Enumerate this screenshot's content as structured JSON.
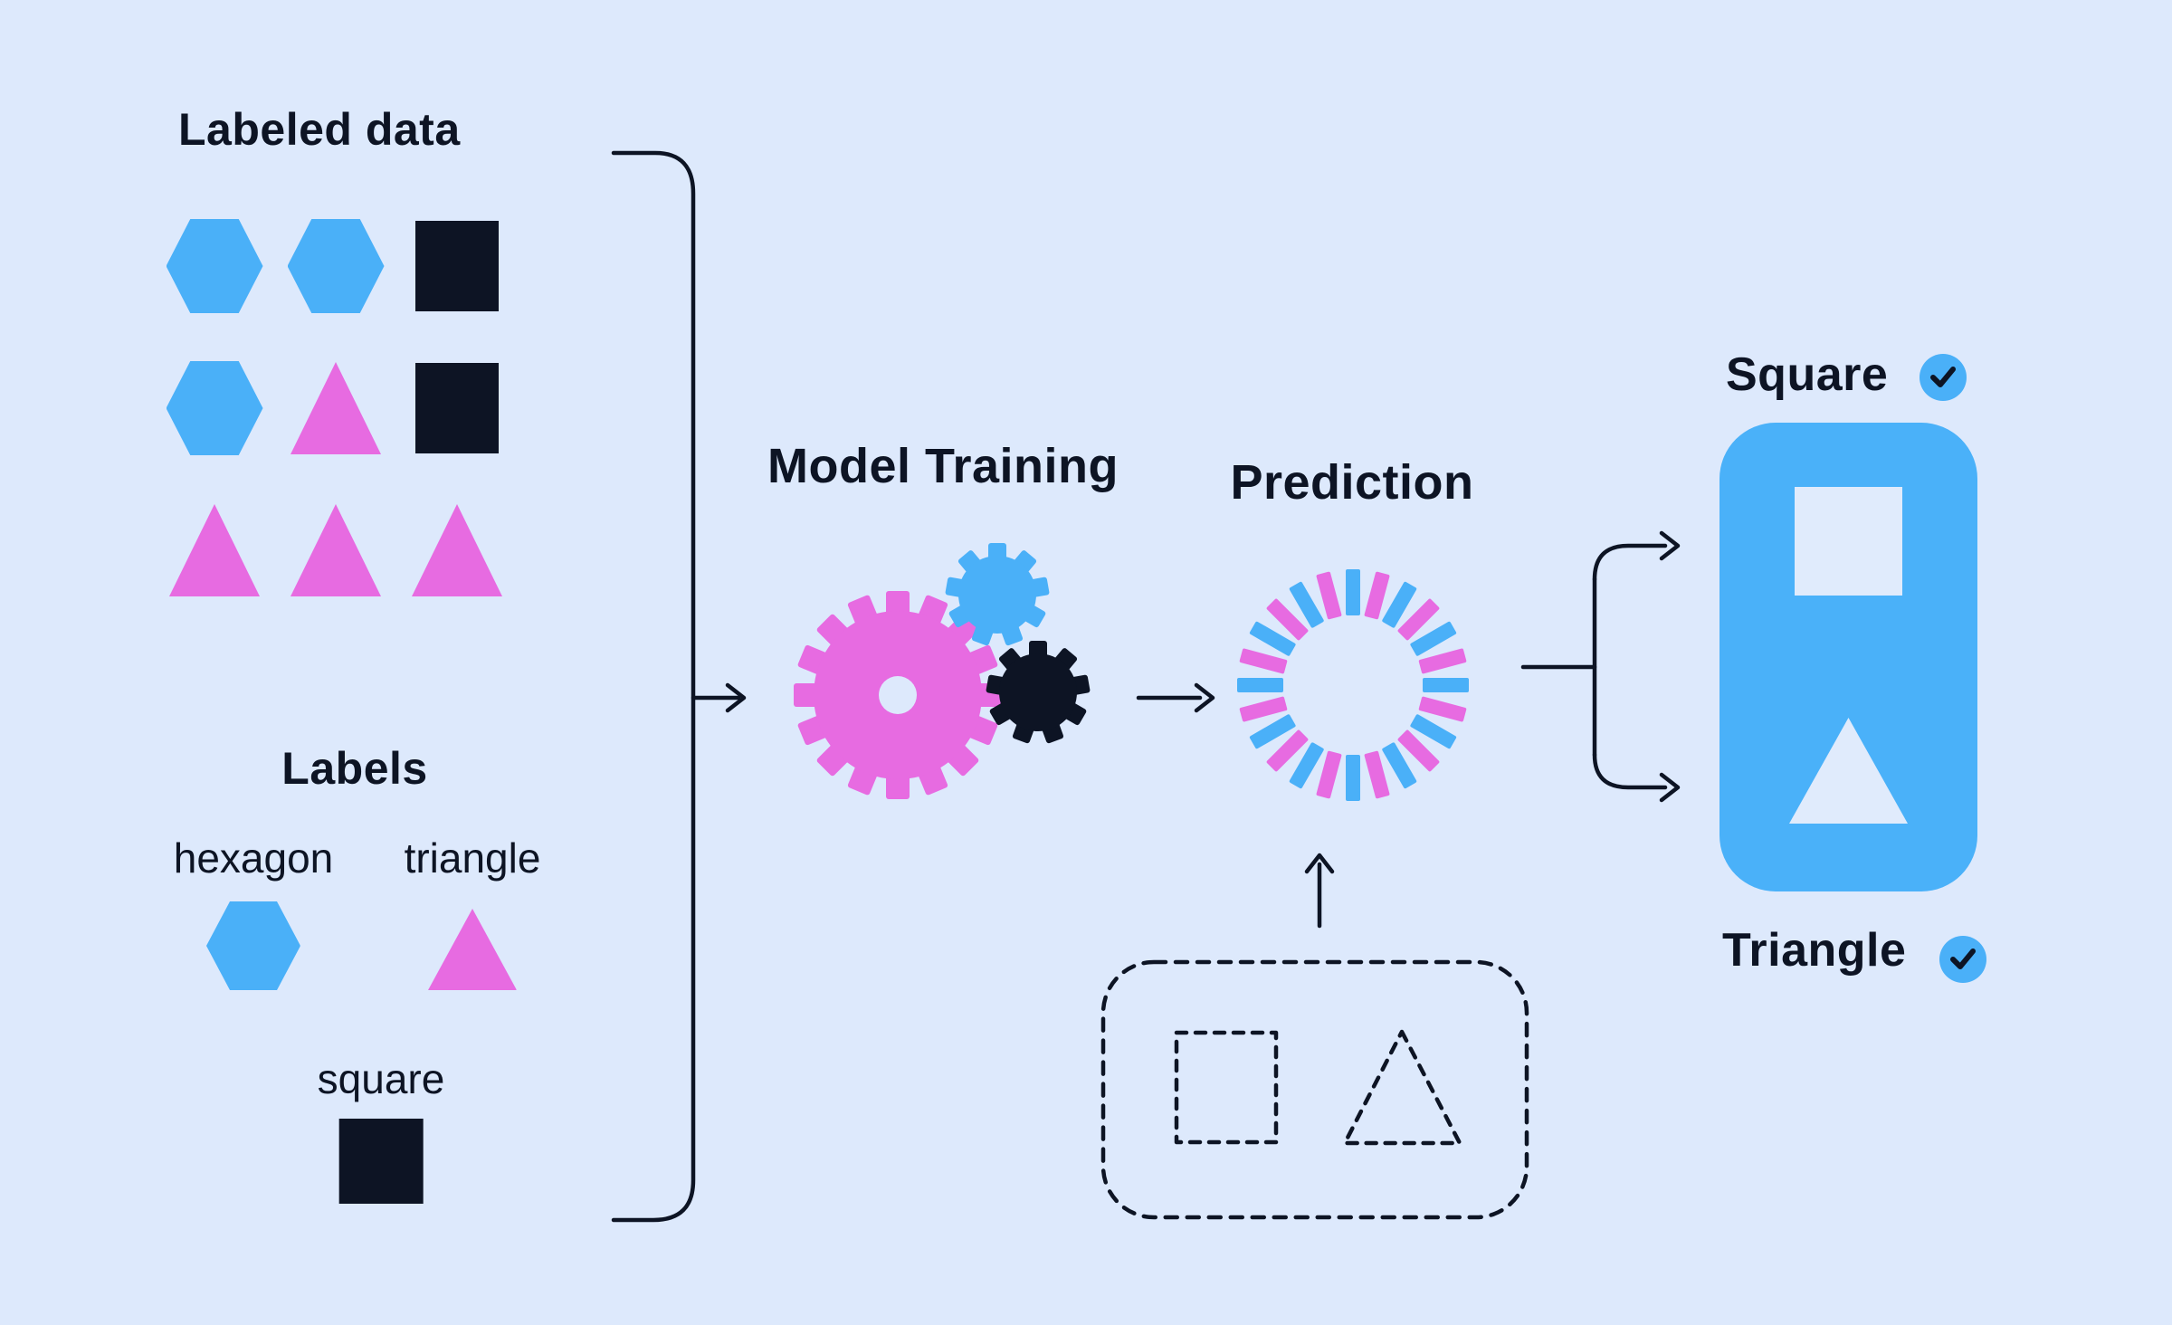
{
  "colors": {
    "background": "#dde9fc",
    "ink": "#0d1424",
    "blue": "#4ab0f8",
    "pink": "#e76be1",
    "card_blue": "#4ab1f9",
    "cutout": "#e0ebfc"
  },
  "labeled_data": {
    "title": "Labeled data",
    "grid": [
      [
        "hexagon",
        "hexagon",
        "square"
      ],
      [
        "hexagon",
        "triangle",
        "square"
      ],
      [
        "triangle",
        "triangle",
        "triangle"
      ]
    ]
  },
  "labels_section": {
    "title": "Labels",
    "items": [
      {
        "label": "hexagon",
        "shape": "hexagon"
      },
      {
        "label": "triangle",
        "shape": "triangle"
      },
      {
        "label": "square",
        "shape": "square"
      }
    ]
  },
  "model_training": {
    "title": "Model Training",
    "gear_colors": [
      "pink",
      "blue",
      "ink"
    ]
  },
  "prediction": {
    "title": "Prediction",
    "spinner": {
      "segments": 24,
      "color_cycle": [
        "blue",
        "pink"
      ]
    }
  },
  "input_examples": {
    "shapes": [
      "square",
      "triangle"
    ]
  },
  "outputs": [
    {
      "label": "Square",
      "checked": true
    },
    {
      "label": "Triangle",
      "checked": true
    }
  ]
}
